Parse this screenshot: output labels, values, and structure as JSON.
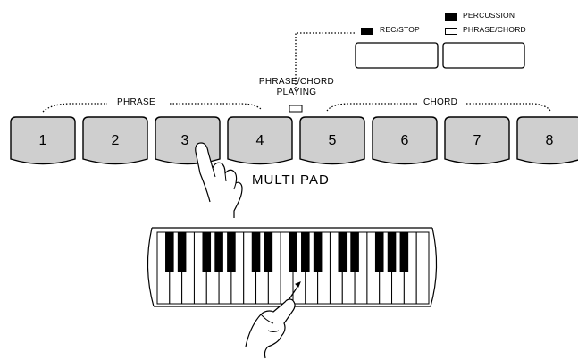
{
  "legend": {
    "percussion_label": "PERCUSSION",
    "phrase_chord_label": "PHRASE/CHORD",
    "percussion_color": "#000000",
    "phrase_chord_color": "#ffffff"
  },
  "rec_stop_label": "REC/STOP",
  "phrase_label": "PHRASE",
  "chord_label": "CHORD",
  "playing_indicator": {
    "line1": "PHRASE/CHORD",
    "line2": "PLAYING"
  },
  "pads": [
    "1",
    "2",
    "3",
    "4",
    "5",
    "6",
    "7",
    "8"
  ],
  "multi_pad_label": "MULTI PAD"
}
